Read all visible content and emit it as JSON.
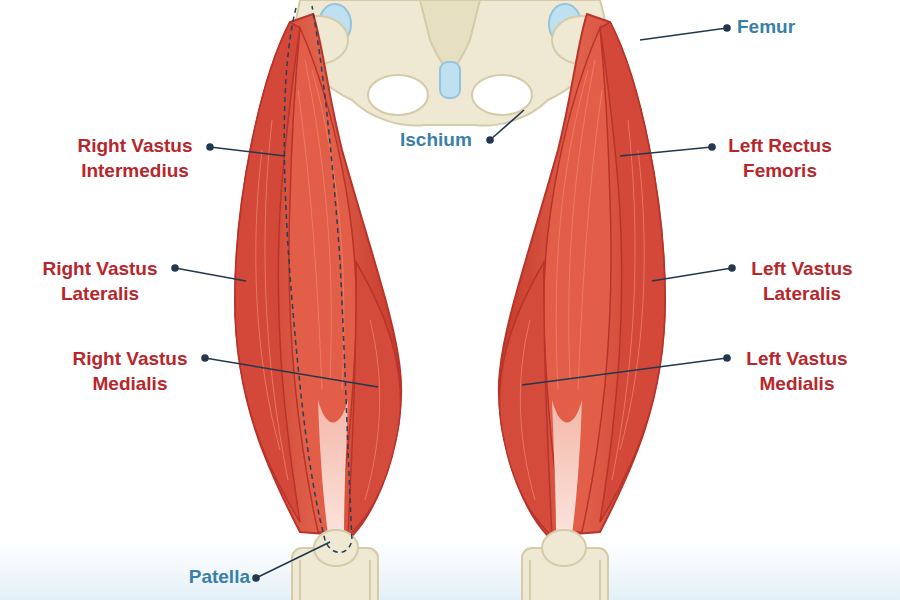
{
  "diagram": {
    "labels": [
      "Femur",
      "Right Vastus Intermedius",
      "Ischium",
      "Left Rectus Femoris",
      "Right Vastus Lateralis",
      "Left Vastus Lateralis",
      "Right Vastus Medialis",
      "Left Vastus Medialis",
      "Patella"
    ]
  }
}
